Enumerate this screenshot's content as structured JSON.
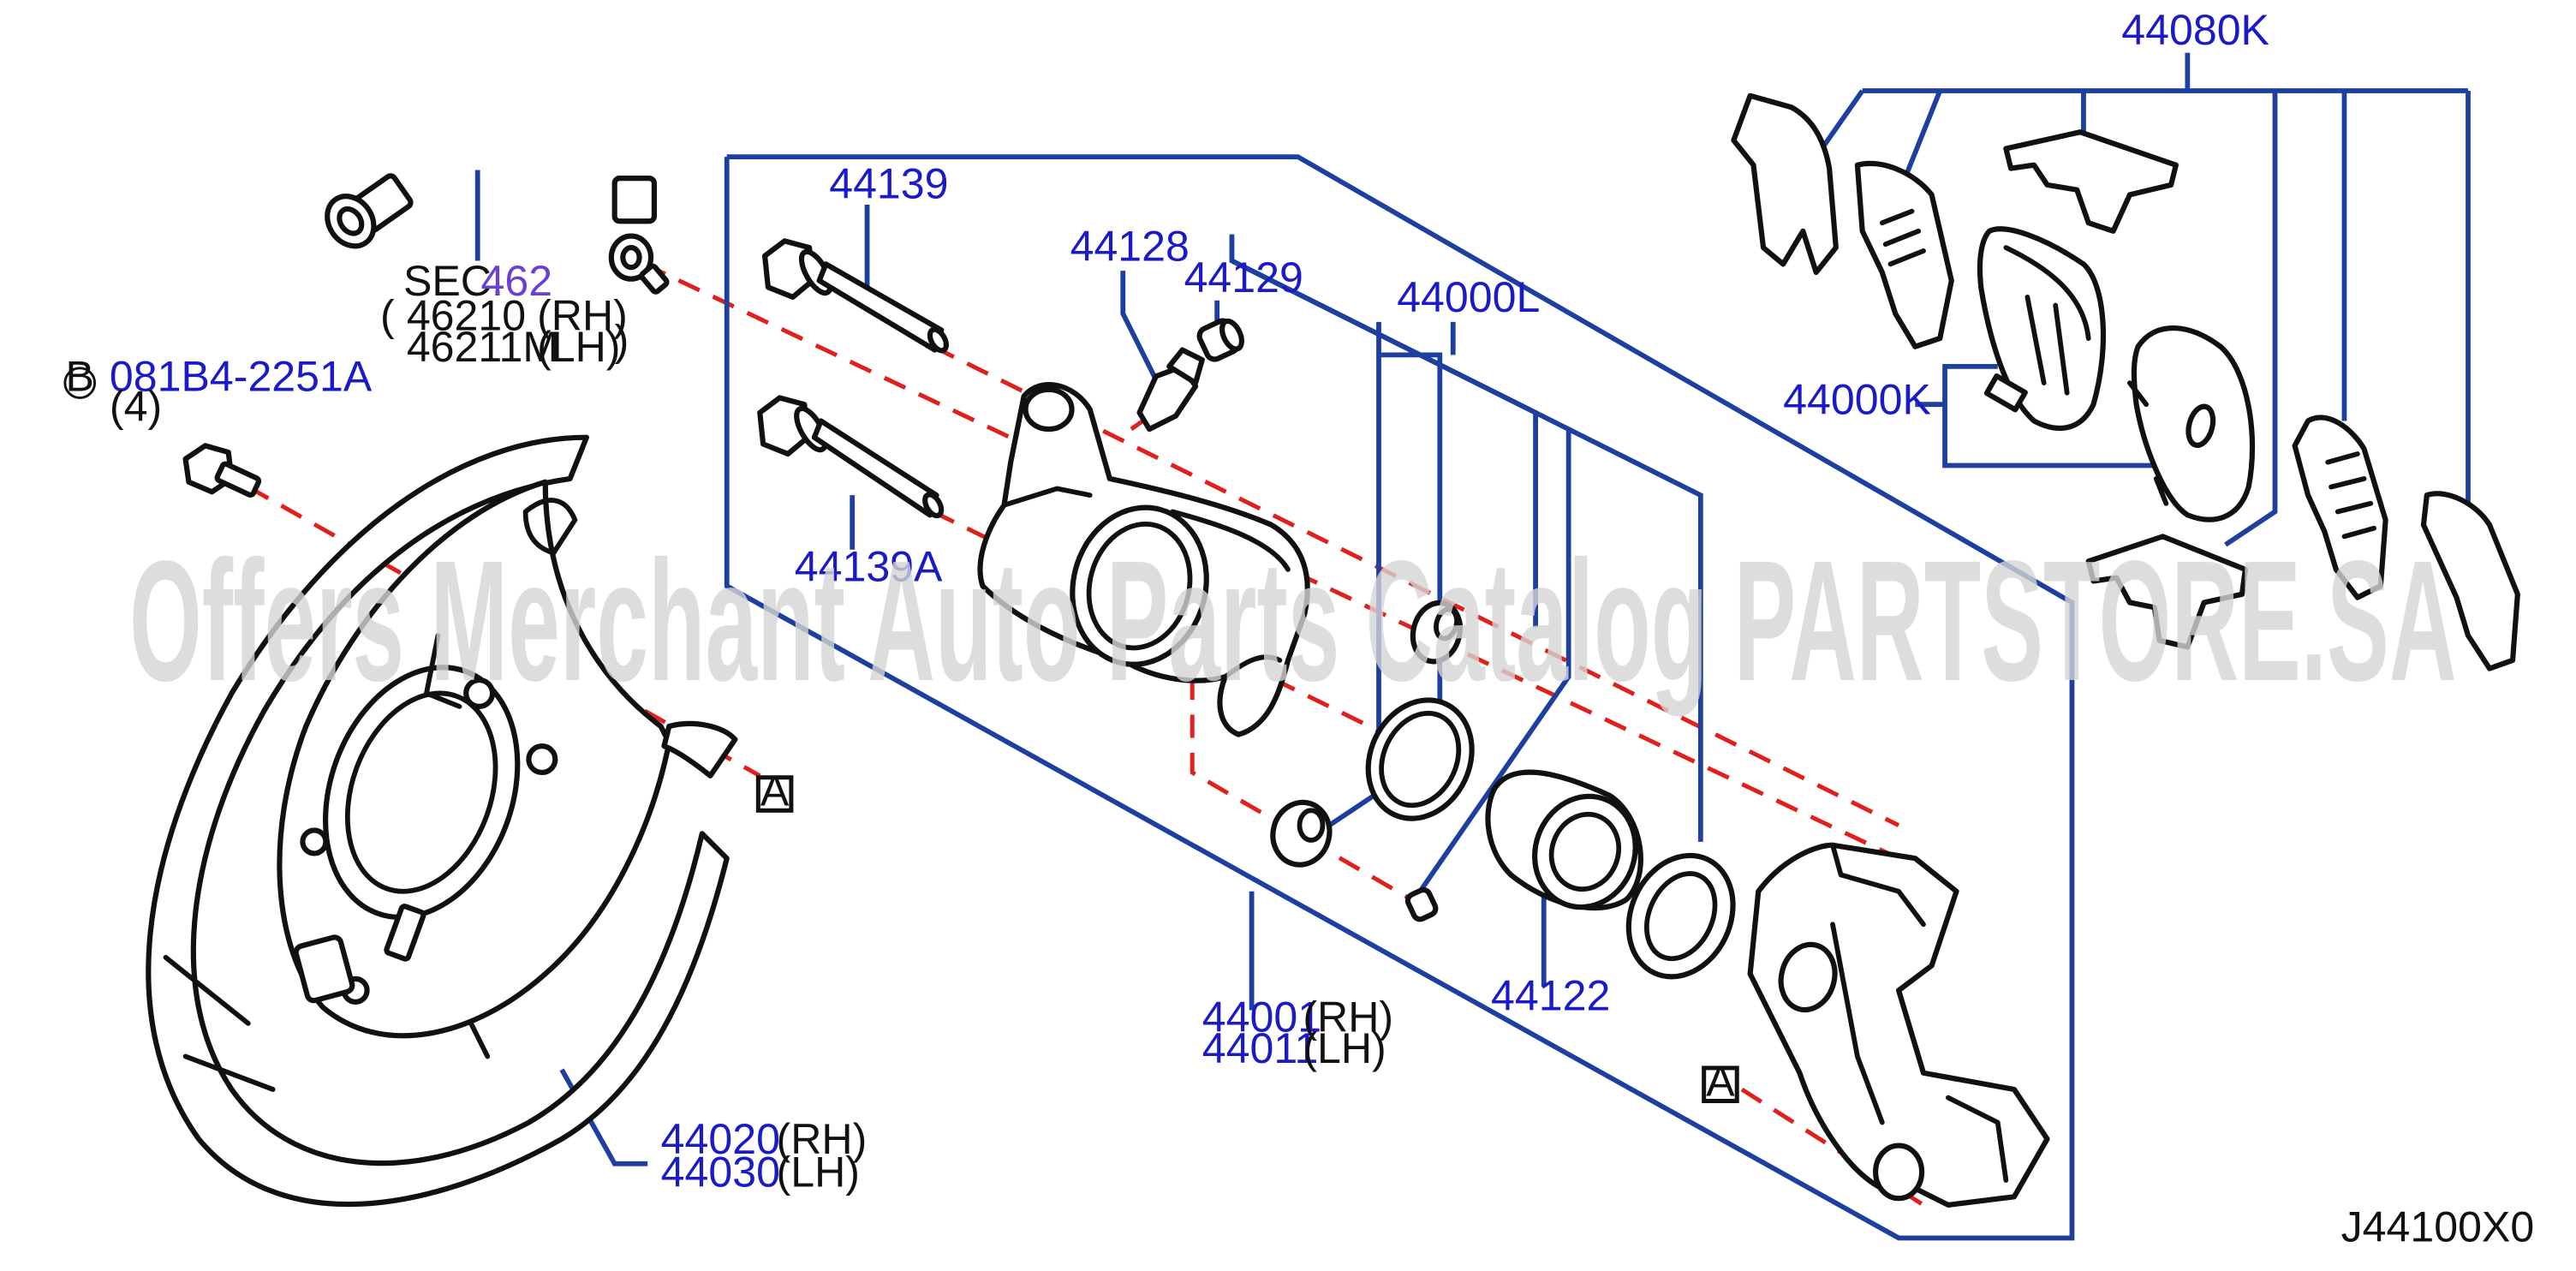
{
  "watermark": "Offers Merchant Auto Parts Catalog PARTSTORE.SA",
  "diagram_code": "J44100X0",
  "callouts": {
    "sec_label": "SEC.",
    "sec_number": "462",
    "hose_rh_part": "46210",
    "hose_rh_side": "(RH)",
    "hose_lh_part": "46211M",
    "hose_lh_side": "(LH)",
    "bolt_symbol": "B",
    "bolt_part": "081B4-2251A",
    "bolt_qty": "(4)",
    "pin_bolt": "44139",
    "pin_bolt_a": "44139A",
    "bleeder": "44128",
    "bleeder_cap": "44129",
    "repair_kit": "44000L",
    "pad_kit": "44000K",
    "hardware_kit": "44080K",
    "caliper_rh_part": "44001",
    "caliper_rh_side": "(RH)",
    "caliper_lh_part": "44011",
    "caliper_lh_side": "(LH)",
    "piston": "44122",
    "plate_rh_part": "44020",
    "plate_rh_side": "(RH)",
    "plate_lh_part": "44030",
    "plate_lh_side": "(LH)",
    "ref_a": "A"
  },
  "colors": {
    "part_number": "#1a1ac8",
    "leader_line": "#1c3fa0",
    "center_line": "#e0201c",
    "outline": "#111111",
    "watermark": "#d4d4d4"
  }
}
